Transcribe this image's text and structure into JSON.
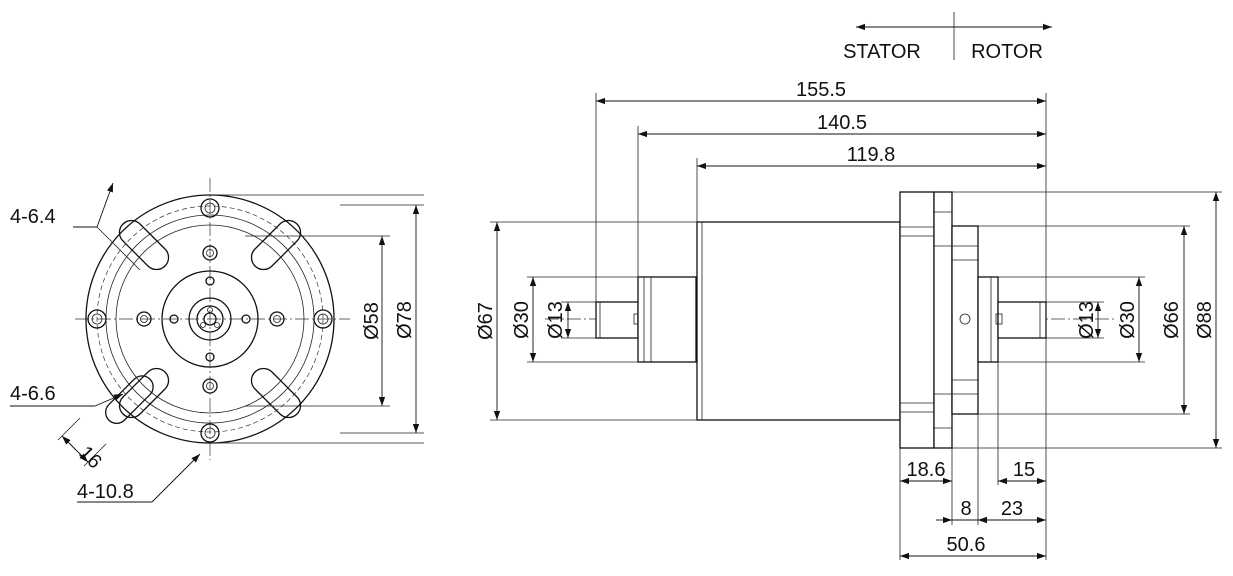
{
  "header": {
    "stator_label": "STATOR",
    "rotor_label": "ROTOR"
  },
  "front_view": {
    "hole_outer_label": "4-6.4",
    "hole_inner_label": "4-6.6",
    "slot_width_label": "16",
    "cbore_label": "4-10.8",
    "bolt_circle_label": "Ø58",
    "outer_diameter_label": "Ø78"
  },
  "side_view": {
    "total_length_label": "155.5",
    "length_mid_label": "140.5",
    "body_length_label": "119.8",
    "body_dia_label": "Ø67",
    "left_shaft_dia_label": "Ø30",
    "left_bore_label": "Ø13",
    "right_bore_label": "Ø13",
    "right_shaft_dia_label": "Ø30",
    "flange_inner_dia_label": "Ø66",
    "flange_outer_dia_label": "Ø88",
    "flange_width_label": "18.6",
    "gap_label": "8",
    "rotor_len_label": "23",
    "shaft_stub_label": "15",
    "flange_total_label": "50.6"
  }
}
